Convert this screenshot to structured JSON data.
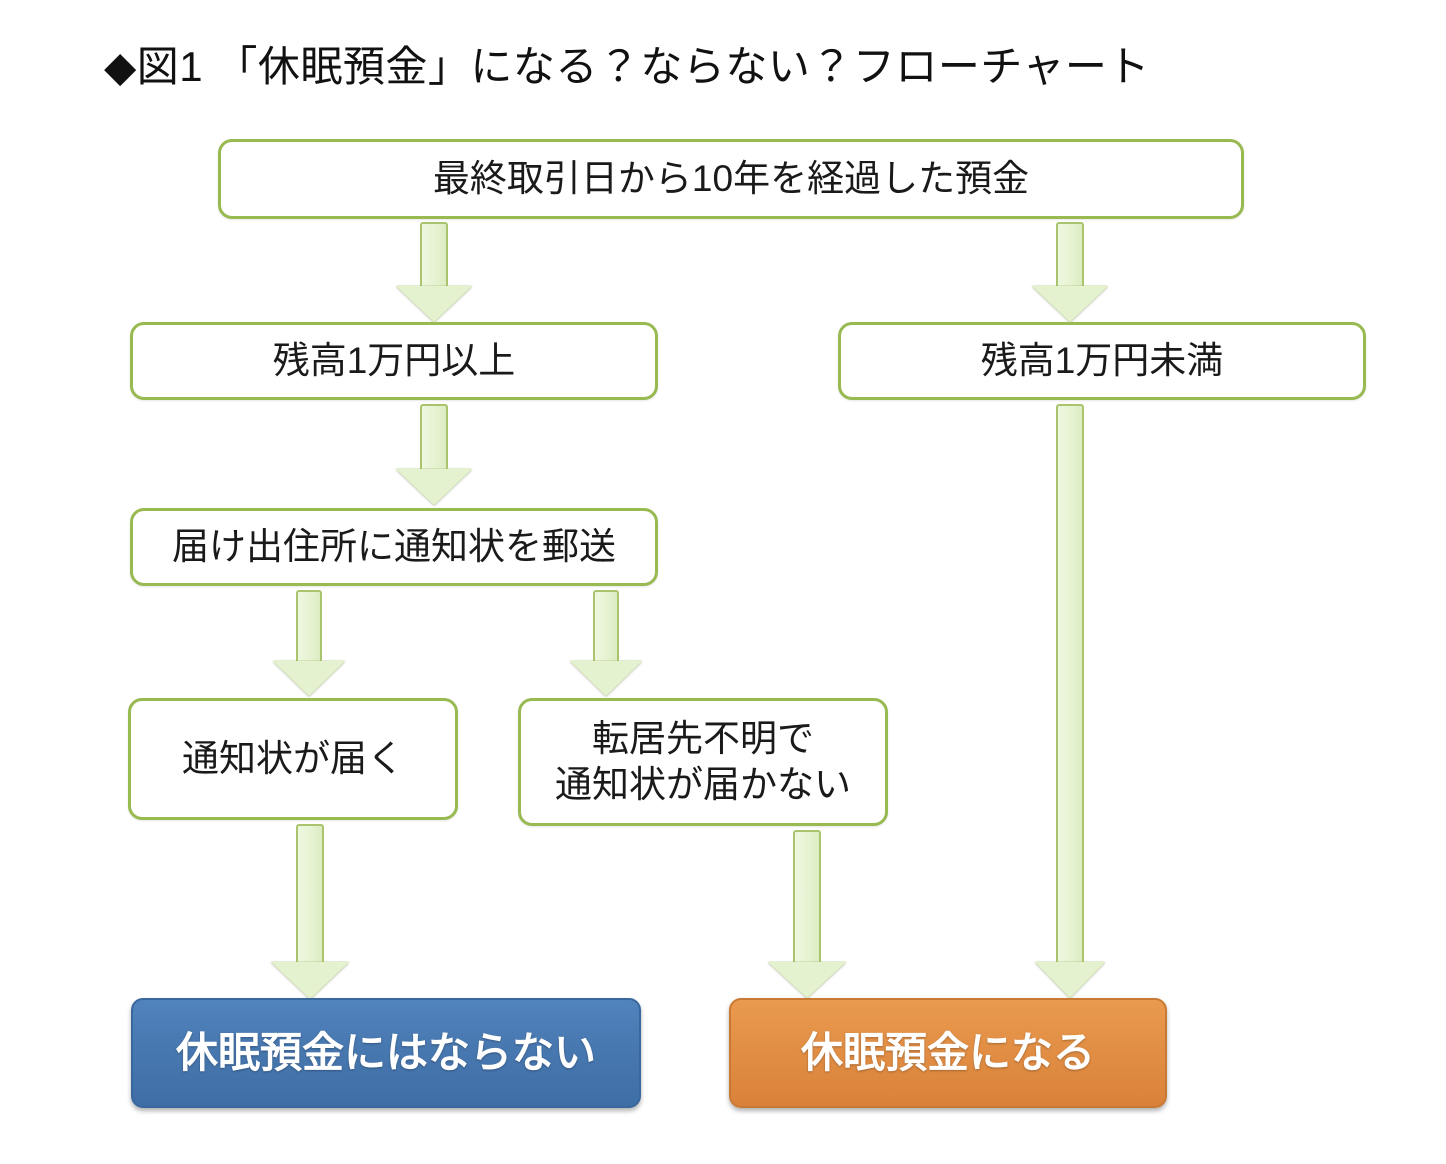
{
  "title": "◆図1 「休眠預金」になる？ならない？フローチャート",
  "colors": {
    "node_border": "#99b951",
    "node_fill": "#ffffff",
    "arrow_fill": "#e4f2d0",
    "arrow_border": "#a9c46d",
    "terminal_negative": "#4878b0",
    "terminal_positive": "#e28f45",
    "text": "#1a1a1a",
    "terminal_text": "#ffffff",
    "background": "#ffffff"
  },
  "chart_data": {
    "type": "diagram",
    "title": "◆図1 「休眠預金」になる？ならない？フローチャート",
    "nodes": [
      {
        "id": "start",
        "label": "最終取引日から10年を経過した預金",
        "kind": "process"
      },
      {
        "id": "over",
        "label": "残高1万円以上",
        "kind": "process"
      },
      {
        "id": "under",
        "label": "残高1万円未満",
        "kind": "process"
      },
      {
        "id": "mail",
        "label": "届け出住所に通知状を郵送",
        "kind": "process"
      },
      {
        "id": "delivered",
        "label": "通知状が届く",
        "kind": "process"
      },
      {
        "id": "undelivered",
        "label": "転居先不明で\n通知状が届かない",
        "kind": "process"
      },
      {
        "id": "not_dormant",
        "label": "休眠預金にはならない",
        "kind": "terminal-negative"
      },
      {
        "id": "dormant",
        "label": "休眠預金になる",
        "kind": "terminal-positive"
      }
    ],
    "edges": [
      {
        "from": "start",
        "to": "over"
      },
      {
        "from": "start",
        "to": "under"
      },
      {
        "from": "over",
        "to": "mail"
      },
      {
        "from": "mail",
        "to": "delivered"
      },
      {
        "from": "mail",
        "to": "undelivered"
      },
      {
        "from": "delivered",
        "to": "not_dormant"
      },
      {
        "from": "undelivered",
        "to": "dormant"
      },
      {
        "from": "under",
        "to": "dormant"
      }
    ]
  },
  "nodes": {
    "start": {
      "label": "最終取引日から10年を経過した預金"
    },
    "over": {
      "label": "残高1万円以上"
    },
    "under": {
      "label": "残高1万円未満"
    },
    "mail": {
      "label": "届け出住所に通知状を郵送"
    },
    "delivered": {
      "label": "通知状が届く"
    },
    "undelivered": {
      "label": "転居先不明で\n通知状が届かない"
    },
    "not_dormant": {
      "label": "休眠預金にはならない"
    },
    "dormant": {
      "label": "休眠預金になる"
    }
  }
}
